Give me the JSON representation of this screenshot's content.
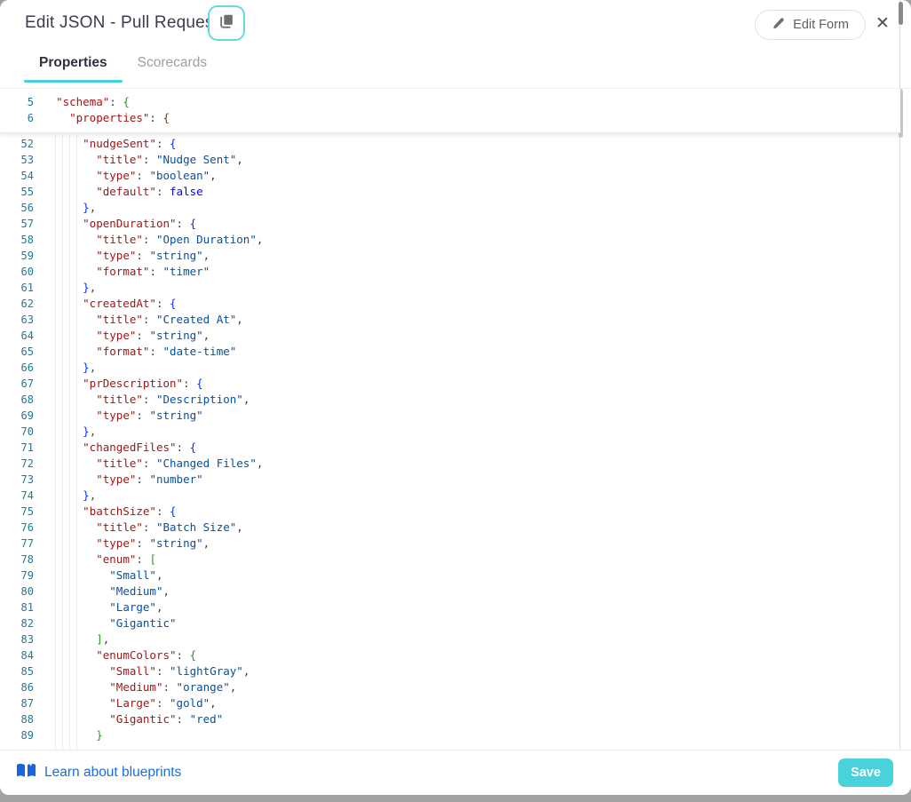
{
  "header": {
    "title": "Edit JSON - Pull Request",
    "copy_icon": "copy-document-icon",
    "edit_form_button": "Edit Form",
    "close_glyph": "✕"
  },
  "tabs": {
    "properties": "Properties",
    "scorecards": "Scorecards",
    "active_tab": "Properties"
  },
  "colors": {
    "accent_teal": "#44d1dc",
    "save_button": "#4ad2dc",
    "link_blue": "#1a6fe0",
    "line_number": "#237893",
    "json_key": "#a31515",
    "json_string_value": "#0451a5",
    "json_keyword": "#0000ff",
    "bracket_blue": "#0431fa",
    "bracket_green": "#319331",
    "bracket_brown": "#7b3814"
  },
  "editor": {
    "sticky_lines": [
      {
        "n": "5",
        "t": [
          [
            "sp",
            "  "
          ],
          [
            "key",
            "\"schema\""
          ],
          [
            "pun",
            ": "
          ],
          [
            "bg",
            "{"
          ]
        ]
      },
      {
        "n": "6",
        "t": [
          [
            "sp",
            "    "
          ],
          [
            "key",
            "\"properties\""
          ],
          [
            "pun",
            ": "
          ],
          [
            "bn",
            "{"
          ]
        ]
      }
    ],
    "lines": [
      {
        "n": "52",
        "t": [
          [
            "sp",
            "      "
          ],
          [
            "key",
            "\"nudgeSent\""
          ],
          [
            "pun",
            ": "
          ],
          [
            "bb",
            "{"
          ]
        ]
      },
      {
        "n": "53",
        "t": [
          [
            "sp",
            "        "
          ],
          [
            "key",
            "\"title\""
          ],
          [
            "pun",
            ": "
          ],
          [
            "val",
            "\"Nudge Sent\""
          ],
          [
            "pun",
            ","
          ]
        ]
      },
      {
        "n": "54",
        "t": [
          [
            "sp",
            "        "
          ],
          [
            "key",
            "\"type\""
          ],
          [
            "pun",
            ": "
          ],
          [
            "val",
            "\"boolean\""
          ],
          [
            "pun",
            ","
          ]
        ]
      },
      {
        "n": "55",
        "t": [
          [
            "sp",
            "        "
          ],
          [
            "key",
            "\"default\""
          ],
          [
            "pun",
            ": "
          ],
          [
            "kw",
            "false"
          ]
        ]
      },
      {
        "n": "56",
        "t": [
          [
            "sp",
            "      "
          ],
          [
            "bb",
            "}"
          ],
          [
            "pun",
            ","
          ]
        ]
      },
      {
        "n": "57",
        "t": [
          [
            "sp",
            "      "
          ],
          [
            "key",
            "\"openDuration\""
          ],
          [
            "pun",
            ": "
          ],
          [
            "bb",
            "{"
          ]
        ]
      },
      {
        "n": "58",
        "t": [
          [
            "sp",
            "        "
          ],
          [
            "key",
            "\"title\""
          ],
          [
            "pun",
            ": "
          ],
          [
            "val",
            "\"Open Duration\""
          ],
          [
            "pun",
            ","
          ]
        ]
      },
      {
        "n": "59",
        "t": [
          [
            "sp",
            "        "
          ],
          [
            "key",
            "\"type\""
          ],
          [
            "pun",
            ": "
          ],
          [
            "val",
            "\"string\""
          ],
          [
            "pun",
            ","
          ]
        ]
      },
      {
        "n": "60",
        "t": [
          [
            "sp",
            "        "
          ],
          [
            "key",
            "\"format\""
          ],
          [
            "pun",
            ": "
          ],
          [
            "val",
            "\"timer\""
          ]
        ]
      },
      {
        "n": "61",
        "t": [
          [
            "sp",
            "      "
          ],
          [
            "bb",
            "}"
          ],
          [
            "pun",
            ","
          ]
        ]
      },
      {
        "n": "62",
        "t": [
          [
            "sp",
            "      "
          ],
          [
            "key",
            "\"createdAt\""
          ],
          [
            "pun",
            ": "
          ],
          [
            "bb",
            "{"
          ]
        ]
      },
      {
        "n": "63",
        "t": [
          [
            "sp",
            "        "
          ],
          [
            "key",
            "\"title\""
          ],
          [
            "pun",
            ": "
          ],
          [
            "val",
            "\"Created At\""
          ],
          [
            "pun",
            ","
          ]
        ]
      },
      {
        "n": "64",
        "t": [
          [
            "sp",
            "        "
          ],
          [
            "key",
            "\"type\""
          ],
          [
            "pun",
            ": "
          ],
          [
            "val",
            "\"string\""
          ],
          [
            "pun",
            ","
          ]
        ]
      },
      {
        "n": "65",
        "t": [
          [
            "sp",
            "        "
          ],
          [
            "key",
            "\"format\""
          ],
          [
            "pun",
            ": "
          ],
          [
            "val",
            "\"date-time\""
          ]
        ]
      },
      {
        "n": "66",
        "t": [
          [
            "sp",
            "      "
          ],
          [
            "bb",
            "}"
          ],
          [
            "pun",
            ","
          ]
        ]
      },
      {
        "n": "67",
        "t": [
          [
            "sp",
            "      "
          ],
          [
            "key",
            "\"prDescription\""
          ],
          [
            "pun",
            ": "
          ],
          [
            "bb",
            "{"
          ]
        ]
      },
      {
        "n": "68",
        "t": [
          [
            "sp",
            "        "
          ],
          [
            "key",
            "\"title\""
          ],
          [
            "pun",
            ": "
          ],
          [
            "val",
            "\"Description\""
          ],
          [
            "pun",
            ","
          ]
        ]
      },
      {
        "n": "69",
        "t": [
          [
            "sp",
            "        "
          ],
          [
            "key",
            "\"type\""
          ],
          [
            "pun",
            ": "
          ],
          [
            "val",
            "\"string\""
          ]
        ]
      },
      {
        "n": "70",
        "t": [
          [
            "sp",
            "      "
          ],
          [
            "bb",
            "}"
          ],
          [
            "pun",
            ","
          ]
        ]
      },
      {
        "n": "71",
        "t": [
          [
            "sp",
            "      "
          ],
          [
            "key",
            "\"changedFiles\""
          ],
          [
            "pun",
            ": "
          ],
          [
            "bb",
            "{"
          ]
        ]
      },
      {
        "n": "72",
        "t": [
          [
            "sp",
            "        "
          ],
          [
            "key",
            "\"title\""
          ],
          [
            "pun",
            ": "
          ],
          [
            "val",
            "\"Changed Files\""
          ],
          [
            "pun",
            ","
          ]
        ]
      },
      {
        "n": "73",
        "t": [
          [
            "sp",
            "        "
          ],
          [
            "key",
            "\"type\""
          ],
          [
            "pun",
            ": "
          ],
          [
            "val",
            "\"number\""
          ]
        ]
      },
      {
        "n": "74",
        "t": [
          [
            "sp",
            "      "
          ],
          [
            "bb",
            "}"
          ],
          [
            "pun",
            ","
          ]
        ]
      },
      {
        "n": "75",
        "t": [
          [
            "sp",
            "      "
          ],
          [
            "key",
            "\"batchSize\""
          ],
          [
            "pun",
            ": "
          ],
          [
            "bb",
            "{"
          ]
        ]
      },
      {
        "n": "76",
        "t": [
          [
            "sp",
            "        "
          ],
          [
            "key",
            "\"title\""
          ],
          [
            "pun",
            ": "
          ],
          [
            "val",
            "\"Batch Size\""
          ],
          [
            "pun",
            ","
          ]
        ]
      },
      {
        "n": "77",
        "t": [
          [
            "sp",
            "        "
          ],
          [
            "key",
            "\"type\""
          ],
          [
            "pun",
            ": "
          ],
          [
            "val",
            "\"string\""
          ],
          [
            "pun",
            ","
          ]
        ]
      },
      {
        "n": "78",
        "t": [
          [
            "sp",
            "        "
          ],
          [
            "key",
            "\"enum\""
          ],
          [
            "pun",
            ": "
          ],
          [
            "bg",
            "["
          ]
        ]
      },
      {
        "n": "79",
        "t": [
          [
            "sp",
            "          "
          ],
          [
            "val",
            "\"Small\""
          ],
          [
            "pun",
            ","
          ]
        ]
      },
      {
        "n": "80",
        "t": [
          [
            "sp",
            "          "
          ],
          [
            "val",
            "\"Medium\""
          ],
          [
            "pun",
            ","
          ]
        ]
      },
      {
        "n": "81",
        "t": [
          [
            "sp",
            "          "
          ],
          [
            "val",
            "\"Large\""
          ],
          [
            "pun",
            ","
          ]
        ]
      },
      {
        "n": "82",
        "t": [
          [
            "sp",
            "          "
          ],
          [
            "val",
            "\"Gigantic\""
          ]
        ]
      },
      {
        "n": "83",
        "t": [
          [
            "sp",
            "        "
          ],
          [
            "bg",
            "]"
          ],
          [
            "pun",
            ","
          ]
        ]
      },
      {
        "n": "84",
        "t": [
          [
            "sp",
            "        "
          ],
          [
            "key",
            "\"enumColors\""
          ],
          [
            "pun",
            ": "
          ],
          [
            "bg",
            "{"
          ]
        ]
      },
      {
        "n": "85",
        "t": [
          [
            "sp",
            "          "
          ],
          [
            "key",
            "\"Small\""
          ],
          [
            "pun",
            ": "
          ],
          [
            "val",
            "\"lightGray\""
          ],
          [
            "pun",
            ","
          ]
        ]
      },
      {
        "n": "86",
        "t": [
          [
            "sp",
            "          "
          ],
          [
            "key",
            "\"Medium\""
          ],
          [
            "pun",
            ": "
          ],
          [
            "val",
            "\"orange\""
          ],
          [
            "pun",
            ","
          ]
        ]
      },
      {
        "n": "87",
        "t": [
          [
            "sp",
            "          "
          ],
          [
            "key",
            "\"Large\""
          ],
          [
            "pun",
            ": "
          ],
          [
            "val",
            "\"gold\""
          ],
          [
            "pun",
            ","
          ]
        ]
      },
      {
        "n": "88",
        "t": [
          [
            "sp",
            "          "
          ],
          [
            "key",
            "\"Gigantic\""
          ],
          [
            "pun",
            ": "
          ],
          [
            "val",
            "\"red\""
          ]
        ]
      },
      {
        "n": "89",
        "t": [
          [
            "sp",
            "        "
          ],
          [
            "bg",
            "}"
          ]
        ]
      }
    ]
  },
  "footer": {
    "link": "Learn about blueprints",
    "save": "Save"
  }
}
